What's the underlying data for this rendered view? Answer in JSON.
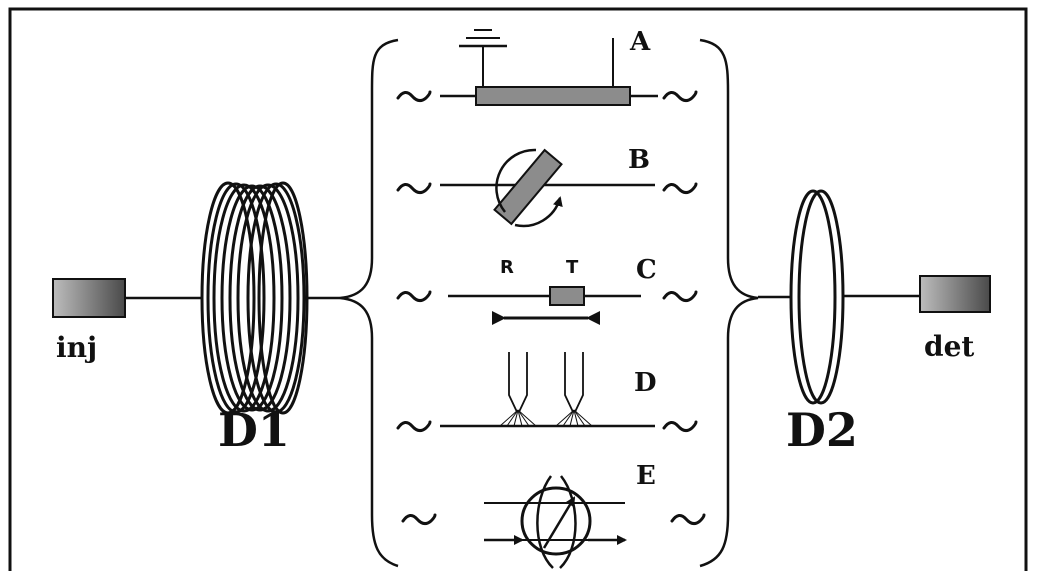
{
  "labels": {
    "injector": "inj",
    "detector": "det",
    "coil_1": "D1",
    "coil_2": "D2",
    "option_a": "A",
    "option_b": "B",
    "option_c": "C",
    "option_d": "D",
    "option_e": "E",
    "c_r": "R",
    "c_t": "T"
  },
  "colors": {
    "line": "#111111",
    "block_fill": "#8c8c8c",
    "injector_gradient_dark": "#4a4a4a",
    "injector_gradient_light": "#bdbdbd"
  }
}
